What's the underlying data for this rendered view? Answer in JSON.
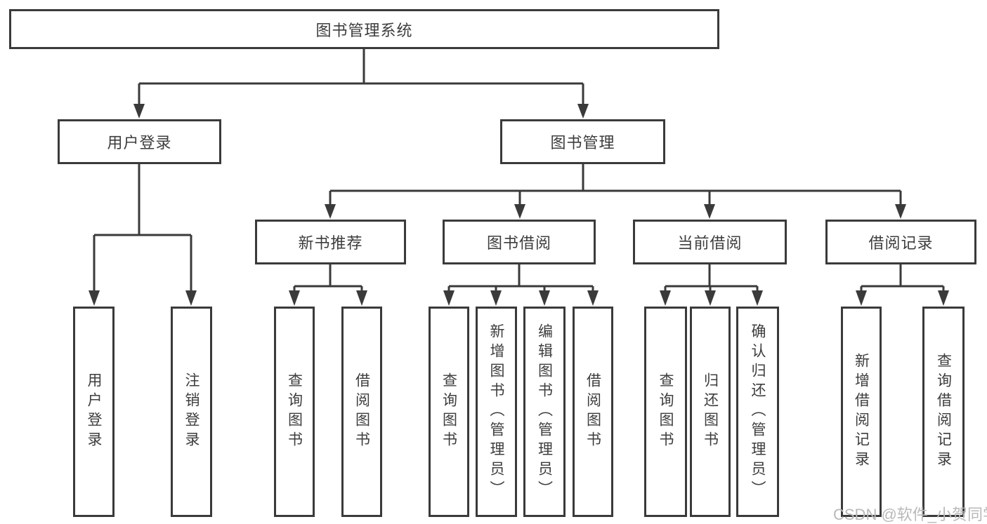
{
  "diagram": {
    "type": "tree",
    "root": {
      "label": "图书管理系统",
      "children": [
        {
          "label": "用户登录",
          "children": [
            {
              "label": "用户登录"
            },
            {
              "label": "注销登录"
            }
          ]
        },
        {
          "label": "图书管理",
          "children": [
            {
              "label": "新书推荐",
              "children": [
                {
                  "label": "查询图书"
                },
                {
                  "label": "借阅图书"
                }
              ]
            },
            {
              "label": "图书借阅",
              "children": [
                {
                  "label": "查询图书"
                },
                {
                  "label": "新增图书（管理员）"
                },
                {
                  "label": "编辑图书（管理员）"
                },
                {
                  "label": "借阅图书"
                }
              ]
            },
            {
              "label": "当前借阅",
              "children": [
                {
                  "label": "查询图书"
                },
                {
                  "label": "归还图书"
                },
                {
                  "label": "确认归还（管理员）"
                }
              ]
            },
            {
              "label": "借阅记录",
              "children": [
                {
                  "label": "新增借阅记录"
                },
                {
                  "label": "查询借阅记录"
                }
              ]
            }
          ]
        }
      ]
    }
  },
  "watermark": {
    "text": "CSDN @软件_小贺同学"
  },
  "colors": {
    "line": "#3a3a3a",
    "node_border": "#3a3a3a",
    "text": "#3d3d3d",
    "watermark": "#b9b9b9",
    "background": "#ffffff"
  }
}
